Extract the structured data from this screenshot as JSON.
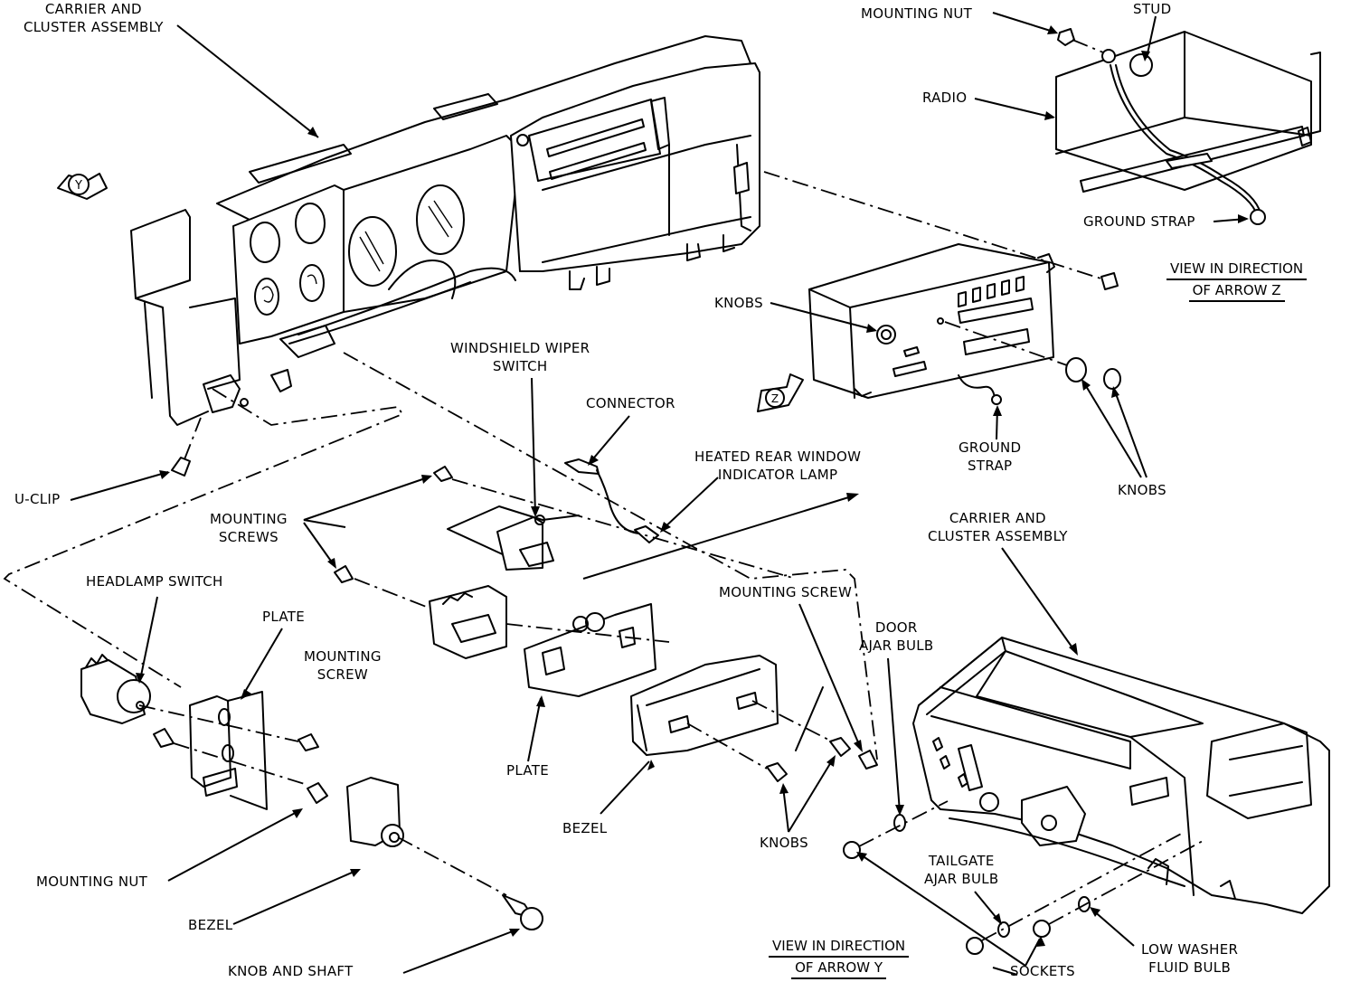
{
  "diagram": {
    "type": "exploded-view",
    "subject": "Instrument panel carrier and cluster assembly with switches and radio",
    "labels": {
      "carrier_top": [
        "CARRIER AND",
        "CLUSTER ASSEMBLY"
      ],
      "mounting_nut_top": "MOUNTING NUT",
      "stud": "STUD",
      "radio": "RADIO",
      "ground_strap_top": "GROUND STRAP",
      "knobs_radio_left": "KNOBS",
      "ground_strap_mid": [
        "GROUND",
        "STRAP"
      ],
      "knobs_radio_right": "KNOBS",
      "windshield_wiper_switch": [
        "WINDSHIELD WIPER",
        "SWITCH"
      ],
      "connector": "CONNECTOR",
      "heated_rear_window": [
        "HEATED REAR WINDOW",
        "INDICATOR LAMP"
      ],
      "u_clip": "U-CLIP",
      "mounting_screws": [
        "MOUNTING",
        "SCREWS"
      ],
      "headlamp_switch": "HEADLAMP SWITCH",
      "plate_left": "PLATE",
      "mounting_screw_left": [
        "MOUNTING",
        "SCREW"
      ],
      "mounting_screw_right": "MOUNTING SCREW",
      "carrier_bottom": [
        "CARRIER AND",
        "CLUSTER ASSEMBLY"
      ],
      "door_ajar_bulb": [
        "DOOR",
        "AJAR BULB"
      ],
      "plate_center": "PLATE",
      "bezel_center": "BEZEL",
      "knobs_bezel": "KNOBS",
      "mounting_nut_bottom": "MOUNTING NUT",
      "bezel_left": "BEZEL",
      "knob_and_shaft": "KNOB AND SHAFT",
      "tailgate_ajar_bulb": [
        "TAILGATE",
        "AJAR BULB"
      ],
      "sockets": "SOCKETS",
      "low_washer_fluid_bulb": [
        "LOW WASHER",
        "FLUID BULB"
      ]
    },
    "views": {
      "z": {
        "caption": [
          "VIEW IN DIRECTION",
          "OF ARROW Z"
        ],
        "arrow_letter": "Z"
      },
      "y": {
        "caption": [
          "VIEW IN DIRECTION",
          "OF ARROW Y"
        ],
        "arrow_letter": "Y"
      }
    }
  }
}
